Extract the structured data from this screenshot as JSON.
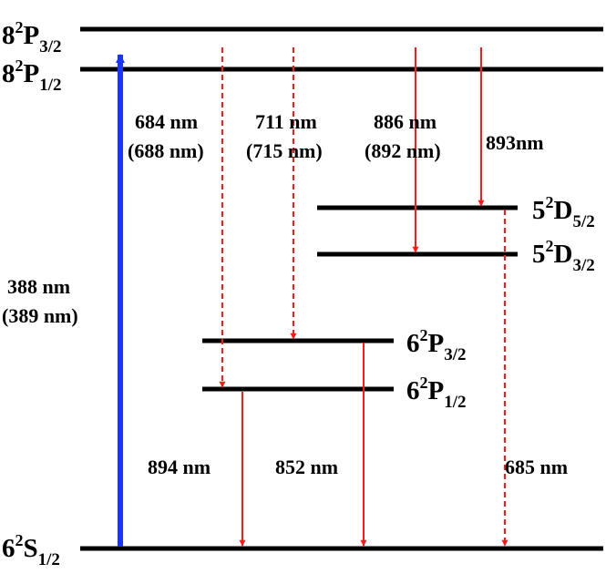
{
  "diagram": {
    "colors": {
      "level": "#000000",
      "pump_arrow": "#1a33ff",
      "emission_arrow": "#ff1a1a"
    },
    "levels": {
      "p82_32": {
        "principal": "8",
        "mult": "2",
        "orbital": "P",
        "j": "3/2"
      },
      "p82_12": {
        "principal": "8",
        "mult": "2",
        "orbital": "P",
        "j": "1/2"
      },
      "d52_52": {
        "principal": "5",
        "mult": "2",
        "orbital": "D",
        "j": "5/2"
      },
      "d52_32": {
        "principal": "5",
        "mult": "2",
        "orbital": "D",
        "j": "3/2"
      },
      "p62_32": {
        "principal": "6",
        "mult": "2",
        "orbital": "P",
        "j": "3/2"
      },
      "p62_12": {
        "principal": "6",
        "mult": "2",
        "orbital": "P",
        "j": "1/2"
      },
      "s62_12": {
        "principal": "6",
        "mult": "2",
        "orbital": "S",
        "j": "1/2"
      }
    },
    "transitions": {
      "t388": {
        "line1": "388 nm",
        "line2": "(389 nm)"
      },
      "t684": {
        "line1": "684 nm",
        "line2": "(688 nm)"
      },
      "t711": {
        "line1": "711 nm",
        "line2": "(715 nm)"
      },
      "t886": {
        "line1": "886 nm",
        "line2": "(892 nm)"
      },
      "t893": {
        "line1": "893nm"
      },
      "t894": {
        "line1": "894 nm"
      },
      "t852": {
        "line1": "852 nm"
      },
      "t685": {
        "line1": "685 nm"
      }
    }
  }
}
